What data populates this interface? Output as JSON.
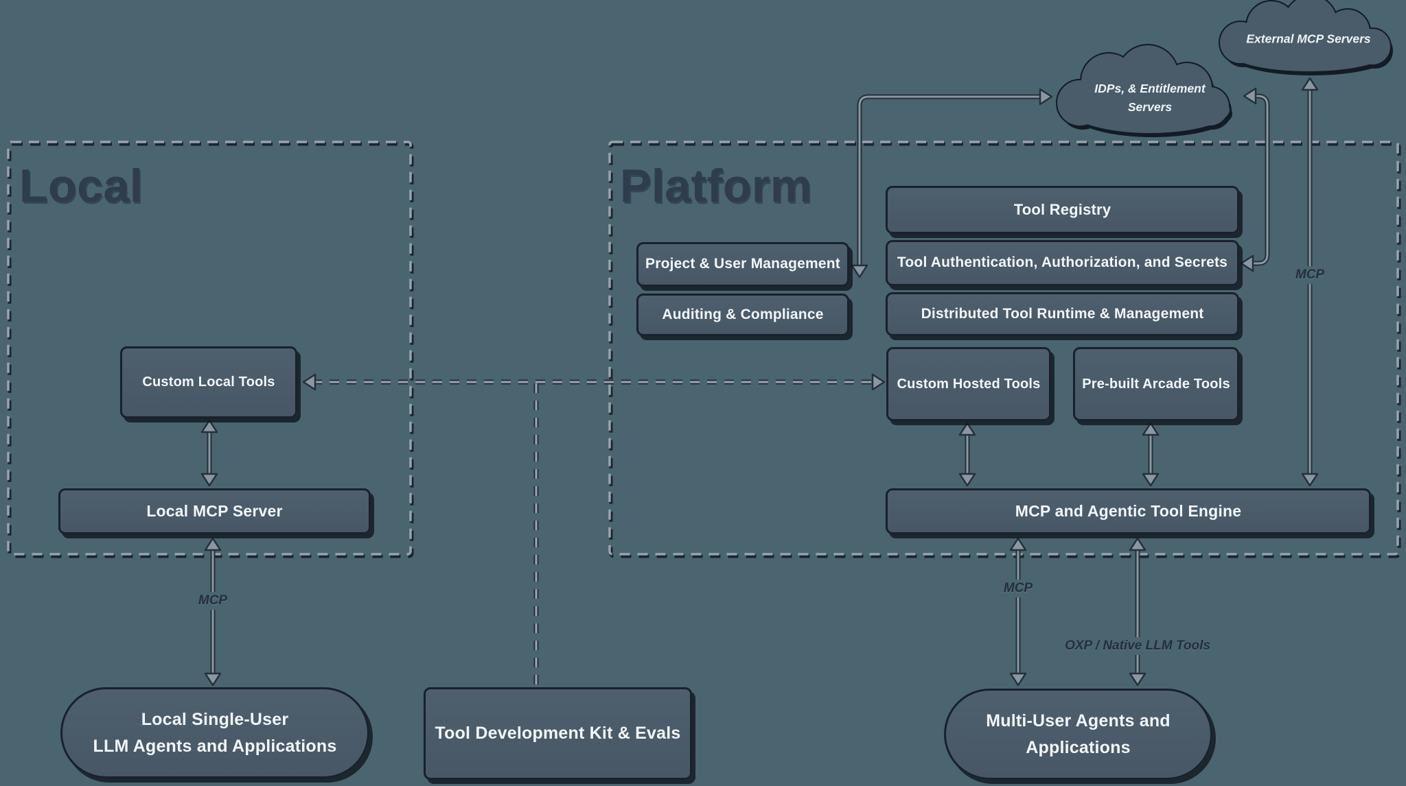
{
  "diagram": {
    "palette": {
      "background": "#4A6570",
      "node_fill": "#4A5B68",
      "node_border": "#18212C",
      "node_text": "#F2F6F8",
      "dash_line": "#97A4AE",
      "arrow_core": "#8A97A3",
      "arrow_outline": "#243039",
      "zone_title": "#2E3C4B",
      "edge_label": "#242F3C"
    },
    "containers": {
      "local": {
        "title": "Local"
      },
      "platform": {
        "title": "Platform"
      }
    },
    "clouds": {
      "external": {
        "label": "External MCP Servers"
      },
      "idps": {
        "line1": "IDPs, & Entitlement",
        "line2": "Servers"
      }
    },
    "nodes": {
      "tool_registry": "Tool Registry",
      "tool_auth": "Tool Authentication, Authorization, and Secrets",
      "distributed_runtime": "Distributed Tool Runtime & Management",
      "project_user": "Project & User Management",
      "auditing": "Auditing & Compliance",
      "custom_local": "Custom Local Tools",
      "custom_hosted": "Custom Hosted Tools",
      "prebuilt": "Pre-built Arcade Tools",
      "local_mcp_server": "Local MCP Server",
      "engine": "MCP and Agentic Tool Engine",
      "tdk": "Tool Development Kit & Evals",
      "local_pill_line1": "Local Single-User",
      "local_pill_line2": "LLM Agents and Applications",
      "multi_pill_line1": "Multi-User Agents and",
      "multi_pill_line2": "Applications"
    },
    "edge_labels": {
      "local_mcp": "MCP",
      "platform_mcp": "MCP",
      "external_mcp": "MCP",
      "oxp": "OXP / Native LLM Tools"
    }
  }
}
